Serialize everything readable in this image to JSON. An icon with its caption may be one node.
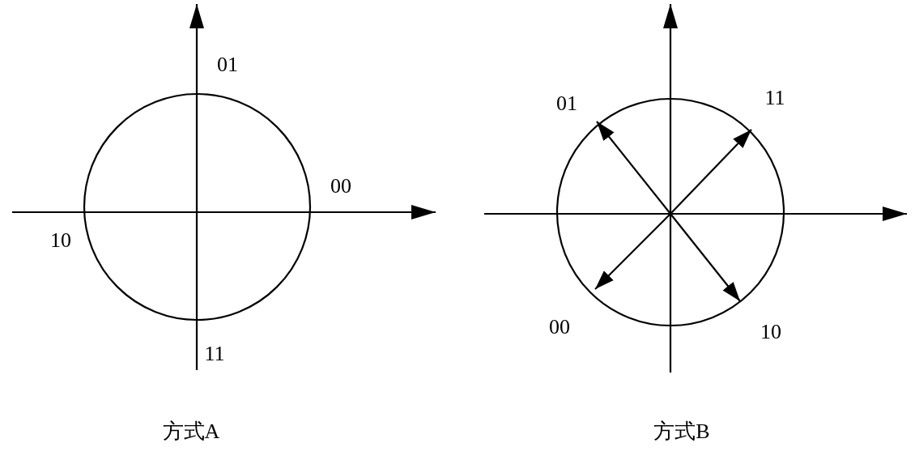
{
  "diagram": {
    "labels": [
      "01",
      "00",
      "10",
      "11",
      "方式A",
      "01",
      "11",
      "00",
      "10",
      "方式B"
    ]
  }
}
